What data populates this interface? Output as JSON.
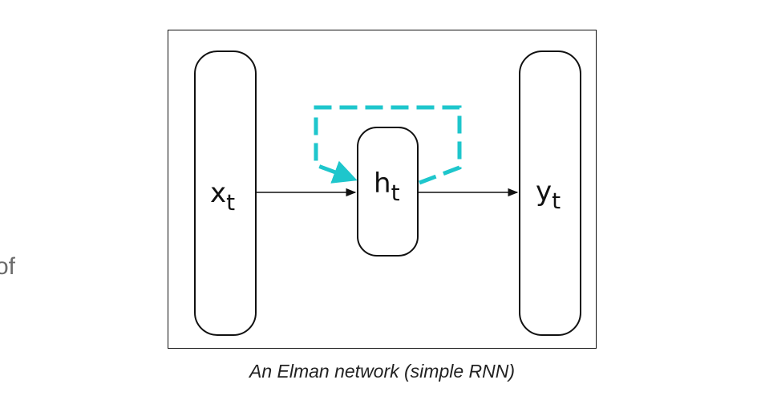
{
  "page": {
    "side_text": "of"
  },
  "diagram": {
    "nodes": {
      "input": {
        "base": "x",
        "sub": "t"
      },
      "hidden": {
        "base": "h",
        "sub": "t"
      },
      "output": {
        "base": "y",
        "sub": "t"
      }
    },
    "recurrent_color": "#1ec6cc"
  },
  "caption": "An Elman network (simple RNN)"
}
